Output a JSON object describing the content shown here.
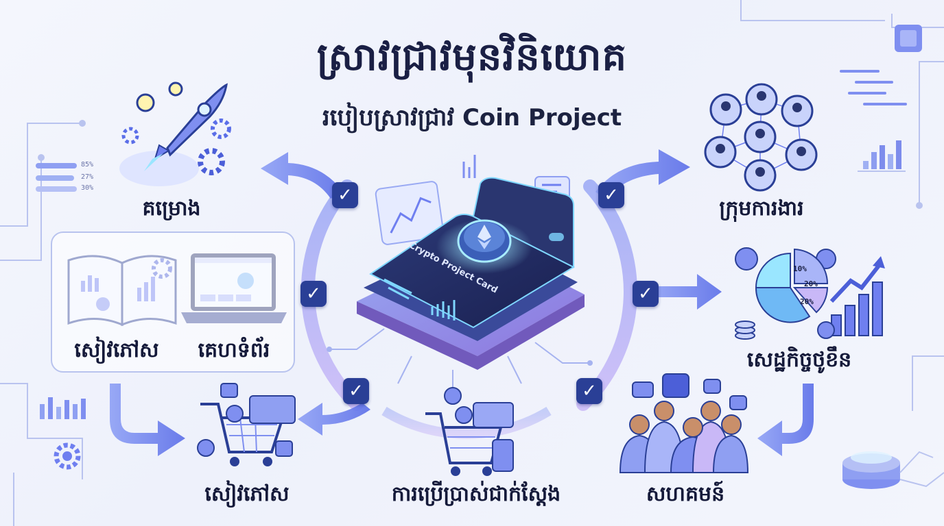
{
  "title": "ស្រាវជ្រាវមុនវិនិយោគ",
  "subtitle": "របៀបស្រាវជ្រាវ Coin Project",
  "center": {
    "card_text": "Crypto Project Card",
    "icon": "ethereum-coin-icon"
  },
  "nodes": {
    "project": {
      "label": "គម្រោង",
      "icon": "rocket-icon"
    },
    "whitepaper": {
      "label": "សៀវភៅស",
      "icon": "open-book-icon"
    },
    "website": {
      "label": "គេហទំព័រ",
      "icon": "laptop-icon"
    },
    "team": {
      "label": "ក្រុមការងារ",
      "icon": "team-network-icon"
    },
    "tokenomics": {
      "label": "សេដ្ឋកិច្ចថូខឹន",
      "icon": "pie-chart-growth-icon"
    },
    "bottom_left": {
      "label": "សៀវភៅស",
      "icon": "shopping-cart-icon"
    },
    "real_use": {
      "label": "ការប្រើប្រាស់ជាក់ស្តែង",
      "icon": "shopping-cart-card-icon"
    },
    "community": {
      "label": "សហគមន៍",
      "icon": "community-people-icon"
    }
  },
  "side_stats": [
    "85%",
    "27%",
    "30%"
  ],
  "tokenomics_slices": [
    "10%",
    "20%",
    "20%"
  ],
  "colors": {
    "accent": "#6f7ff0",
    "dark": "#1a1f44",
    "check_bg": "#2a3f96"
  }
}
